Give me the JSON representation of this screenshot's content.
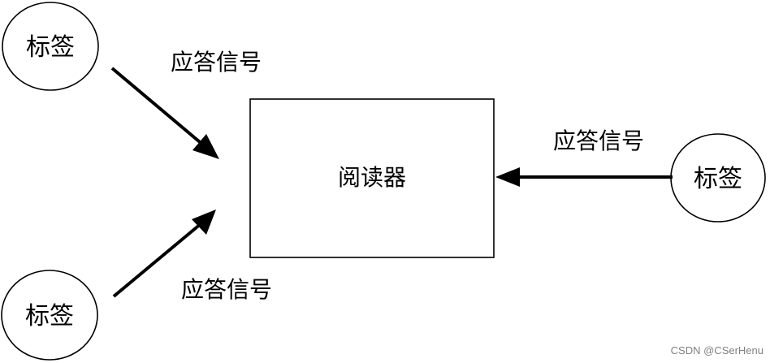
{
  "diagram": {
    "reader_label": "阅读器",
    "tags": [
      {
        "id": "tag-top-left",
        "label": "标签"
      },
      {
        "id": "tag-bottom-left",
        "label": "标签"
      },
      {
        "id": "tag-right",
        "label": "标签"
      }
    ],
    "signals": [
      {
        "id": "signal-top-left",
        "label": "应答信号"
      },
      {
        "id": "signal-bottom-left",
        "label": "应答信号"
      },
      {
        "id": "signal-right",
        "label": "应答信号"
      }
    ]
  },
  "watermark": "CSDN @CSerHenu"
}
